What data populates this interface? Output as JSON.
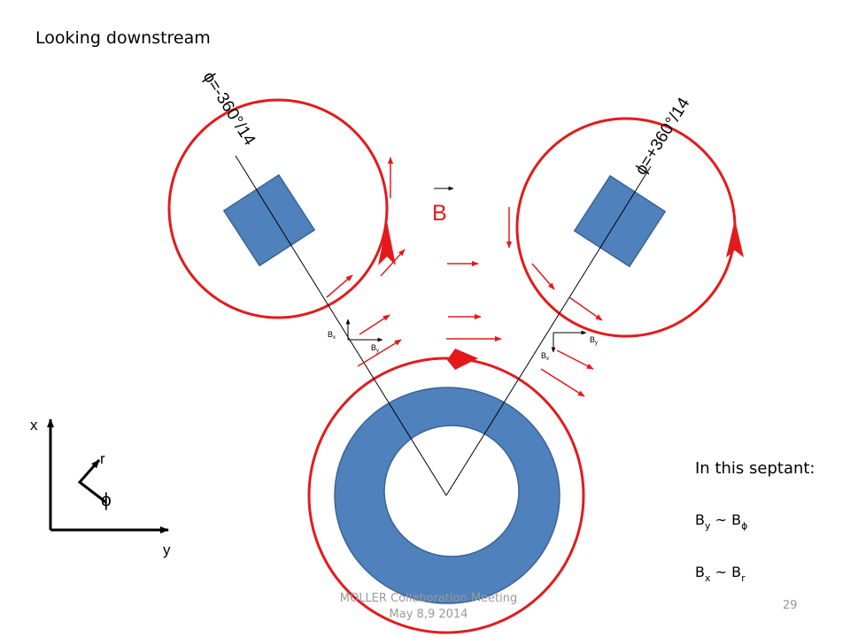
{
  "title": "Looking downstream",
  "phi_left_label": "ϕ=-360°/14",
  "phi_right_label": "ϕ=+360°/14",
  "field_label": "B",
  "left_vec": {
    "bx": "Bx",
    "by": "By"
  },
  "right_vec": {
    "bx": "Bx",
    "by": "By"
  },
  "axes": {
    "x": "x",
    "y": "y",
    "r": "r",
    "phi": "ϕ"
  },
  "septant_note": {
    "title": "In this septant:",
    "rel1": {
      "lhs": "B",
      "lhs_sub": "y",
      "mid": " ~ B",
      "rhs_sub": "ϕ"
    },
    "rel2": {
      "lhs": "B",
      "lhs_sub": "x",
      "mid": " ~ B",
      "rhs_sub": "r"
    }
  },
  "footer": {
    "line1": "MOLLER Collaboration Meeting",
    "line2": "May 8,9 2014"
  },
  "page_number": "29",
  "colors": {
    "coil_fill": "#4f81bd",
    "coil_stroke": "#3a6494",
    "field_red": "#e31a1c",
    "ink": "#000000"
  }
}
